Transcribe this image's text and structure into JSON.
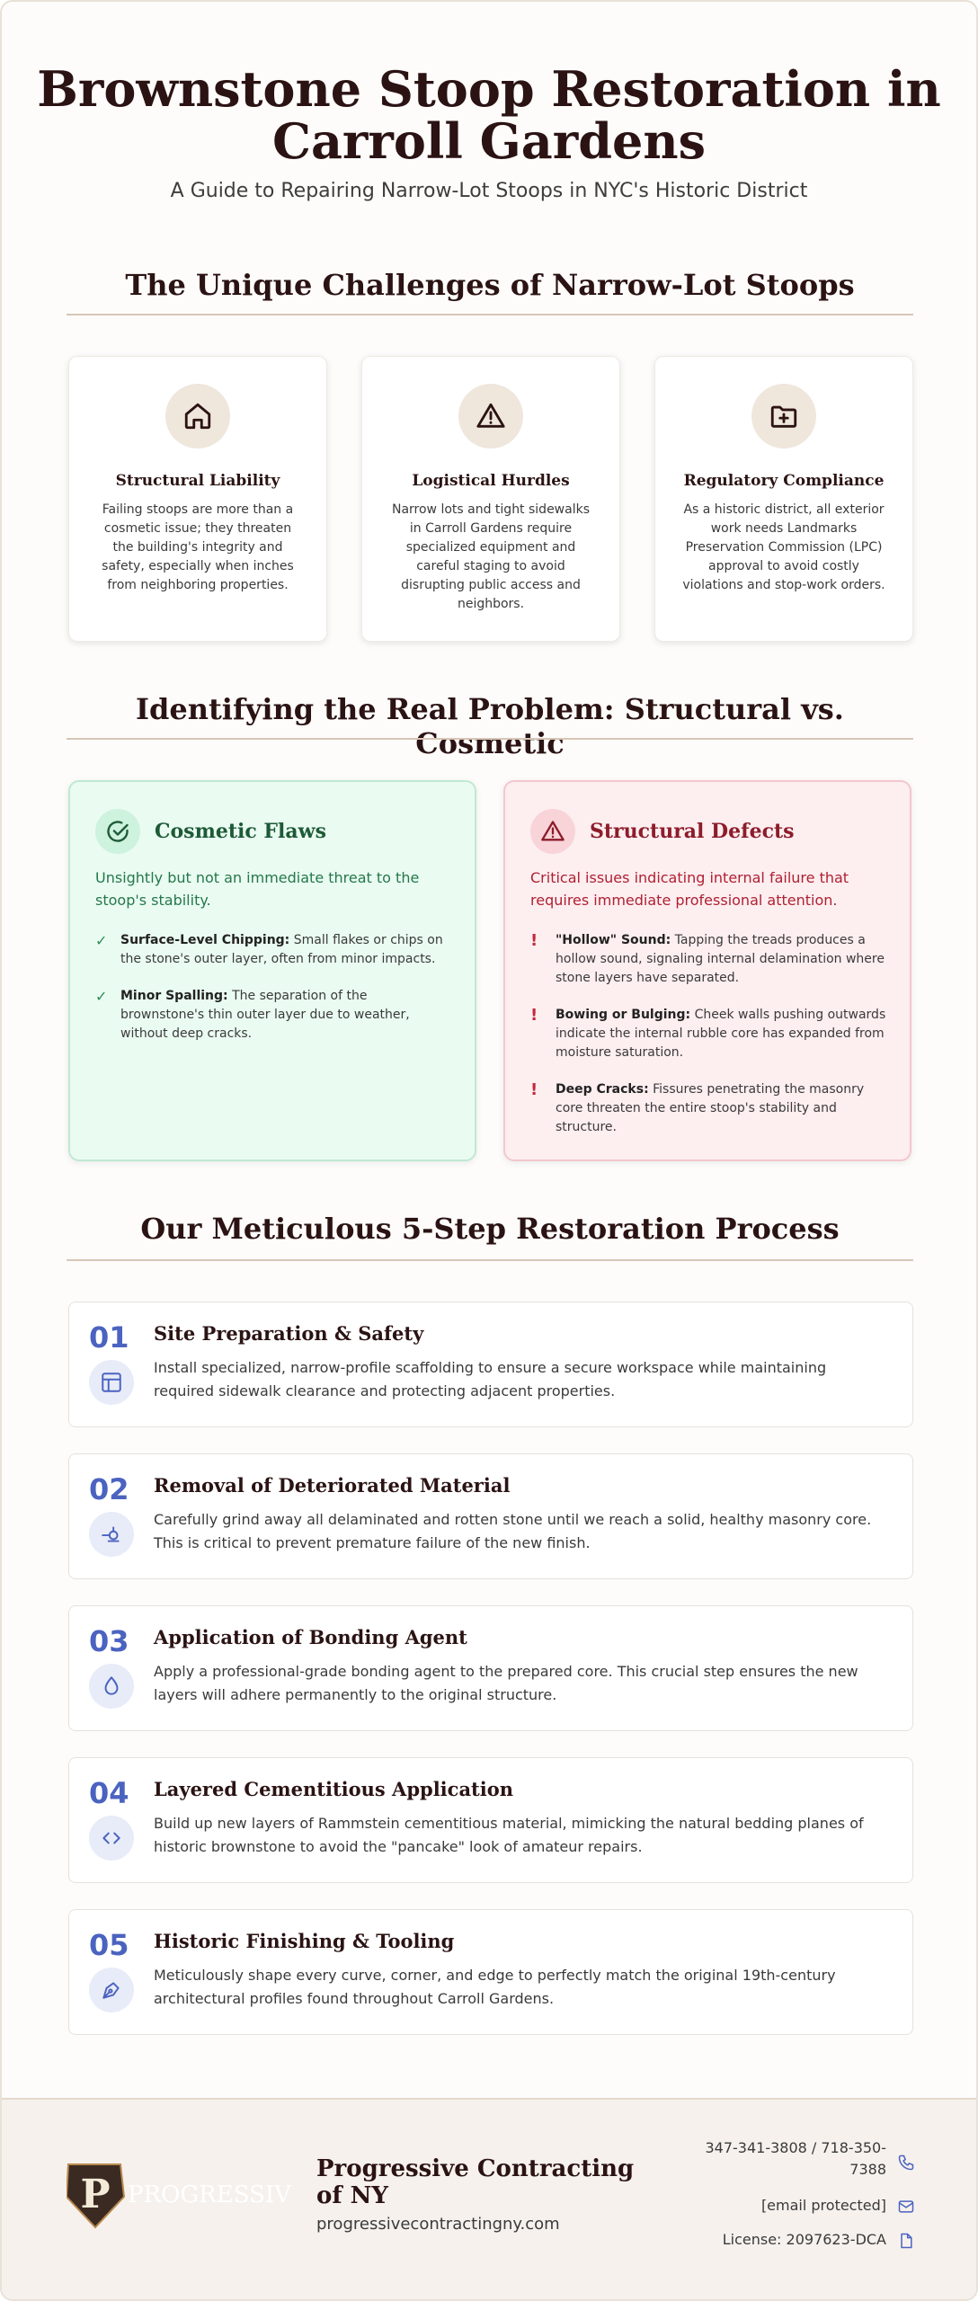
{
  "header": {
    "title_line1": "Brownstone Stoop Restoration in",
    "title_line2": "Carroll Gardens",
    "subtitle": "A Guide to Repairing Narrow-Lot Stoops in NYC's Historic District"
  },
  "challenges": {
    "heading": "The Unique Challenges of Narrow-Lot Stoops",
    "cards": [
      {
        "icon": "home-icon",
        "title": "Structural Liability",
        "text": "Failing stoops are more than a cosmetic issue; they threaten the building's integrity and safety, especially when inches from neighboring properties."
      },
      {
        "icon": "warning-icon",
        "title": "Logistical Hurdles",
        "text": "Narrow lots and tight sidewalks in Carroll Gardens require specialized equipment and careful staging to avoid disrupting public access and neighbors."
      },
      {
        "icon": "folder-plus-icon",
        "title": "Regulatory Compliance",
        "text": "As a historic district, all exterior work needs Landmarks Preservation Commission (LPC) approval to avoid costly violations and stop-work orders."
      }
    ]
  },
  "problem": {
    "heading": "Identifying the Real Problem: Structural vs. Cosmetic",
    "cosmetic": {
      "title": "Cosmetic Flaws",
      "desc": "Unsightly but not an immediate threat to the stoop's stability.",
      "items": [
        {
          "label": "Surface-Level Chipping:",
          "text": " Small flakes or chips on the stone's outer layer, often from minor impacts."
        },
        {
          "label": "Minor Spalling:",
          "text": " The separation of the brownstone's thin outer layer due to weather, without deep cracks."
        }
      ]
    },
    "structural": {
      "title": "Structural Defects",
      "desc": "Critical issues indicating internal failure that requires immediate professional attention.",
      "items": [
        {
          "label": "\"Hollow\" Sound:",
          "text": " Tapping the treads produces a hollow sound, signaling internal delamination where stone layers have separated."
        },
        {
          "label": "Bowing or Bulging:",
          "text": " Cheek walls pushing outwards indicate the internal rubble core has expanded from moisture saturation."
        },
        {
          "label": "Deep Cracks:",
          "text": " Fissures penetrating the masonry core threaten the entire stoop's stability and structure."
        }
      ]
    }
  },
  "process": {
    "heading": "Our Meticulous 5-Step Restoration Process",
    "steps": [
      {
        "num": "01",
        "icon": "layout-icon",
        "title": "Site Preparation & Safety",
        "text": "Install specialized, narrow-profile scaffolding to ensure a secure workspace while maintaining required sidewalk clearance and protecting adjacent properties."
      },
      {
        "num": "02",
        "icon": "grinder-icon",
        "title": "Removal of Deteriorated Material",
        "text": "Carefully grind away all delaminated and rotten stone until we reach a solid, healthy masonry core. This is critical to prevent premature failure of the new finish."
      },
      {
        "num": "03",
        "icon": "droplet-icon",
        "title": "Application of Bonding Agent",
        "text": "Apply a professional-grade bonding agent to the prepared core. This crucial step ensures the new layers will adhere permanently to the original structure."
      },
      {
        "num": "04",
        "icon": "code-brackets-icon",
        "title": "Layered Cementitious Application",
        "text": "Build up new layers of Rammstein cementitious material, mimicking the natural bedding planes of historic brownstone to avoid the \"pancake\" look of amateur repairs."
      },
      {
        "num": "05",
        "icon": "pen-tool-icon",
        "title": "Historic Finishing & Tooling",
        "text": "Meticulously shape every curve, corner, and edge to perfectly match the original 19th-century architectural profiles found throughout Carroll Gardens."
      }
    ]
  },
  "footer": {
    "logo_initial": "P",
    "logo_word": "PROGRESSIVE",
    "company": "Progressive Contracting of NY",
    "url": "progressivecontractingny.com",
    "phone_line1": "347-341-3808 / 718-350-",
    "phone_line2": "7388",
    "email": "[email protected]",
    "license": "License: 2097623-DCA"
  },
  "colors": {
    "title": "#2b1313",
    "accent_blue": "#4b63c0",
    "cosmetic_green": "#1d5a36",
    "structural_red": "#8d1c2a"
  }
}
